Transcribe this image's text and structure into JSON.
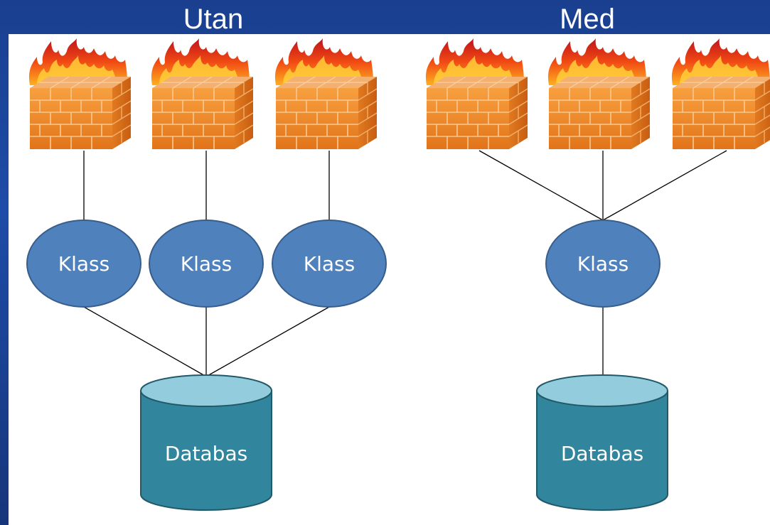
{
  "headings": {
    "left": "Utan",
    "right": "Med"
  },
  "diagram": {
    "left": {
      "classes": [
        "Klass",
        "Klass",
        "Klass"
      ],
      "database": "Databas"
    },
    "right": {
      "class": "Klass",
      "database": "Databas"
    }
  },
  "colors": {
    "background": "#1e4ca8",
    "class_fill": "#4f81bd",
    "class_stroke": "#385d8a",
    "db_body": "#31859c",
    "db_top": "#93cddd",
    "db_stroke": "#215968",
    "brick": "#f08a24",
    "flame": "#e8401c"
  },
  "icons": [
    "firewall-icon"
  ]
}
